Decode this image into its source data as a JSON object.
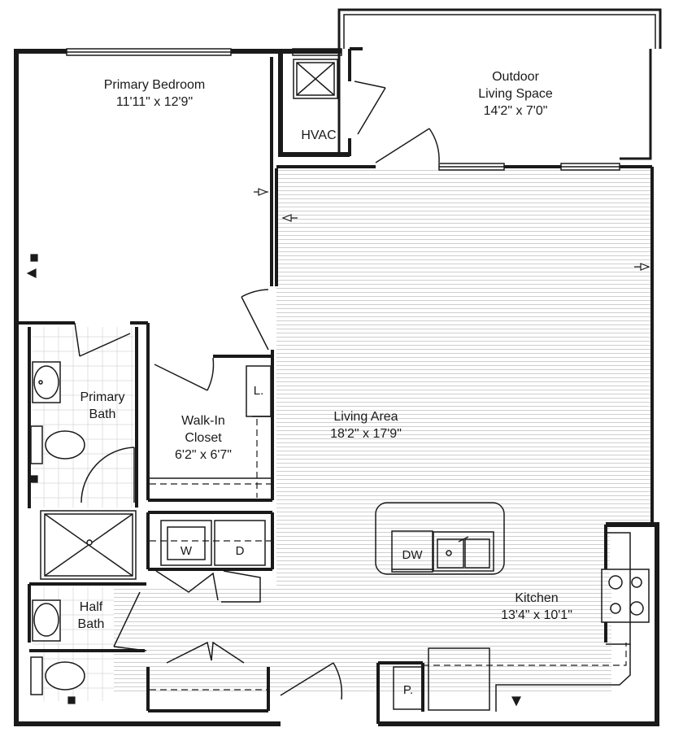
{
  "rooms": {
    "primary_bedroom": {
      "name": "Primary Bedroom",
      "size": "11'11\" x 12'9\""
    },
    "outdoor": {
      "name_line1": "Outdoor",
      "name_line2": "Living Space",
      "size": "14'2\" x 7'0\""
    },
    "hvac": {
      "name": "HVAC"
    },
    "primary_bath": {
      "name_line1": "Primary",
      "name_line2": "Bath"
    },
    "walk_in_closet": {
      "name_line1": "Walk-In",
      "name_line2": "Closet",
      "size": "6'2\" x 6'7\""
    },
    "living_area": {
      "name": "Living Area",
      "size": "18'2\" x 17'9\""
    },
    "half_bath": {
      "name_line1": "Half",
      "name_line2": "Bath"
    },
    "kitchen": {
      "name": "Kitchen",
      "size": "13'4\" x 10'1\""
    }
  },
  "fixtures": {
    "linen": "L.",
    "washer": "W",
    "dryer": "D",
    "dishwasher": "DW",
    "pantry": "P."
  },
  "colors": {
    "wall": "#1a1a1a",
    "floor_lines": "#c8c8c8",
    "page": "#ffffff"
  }
}
